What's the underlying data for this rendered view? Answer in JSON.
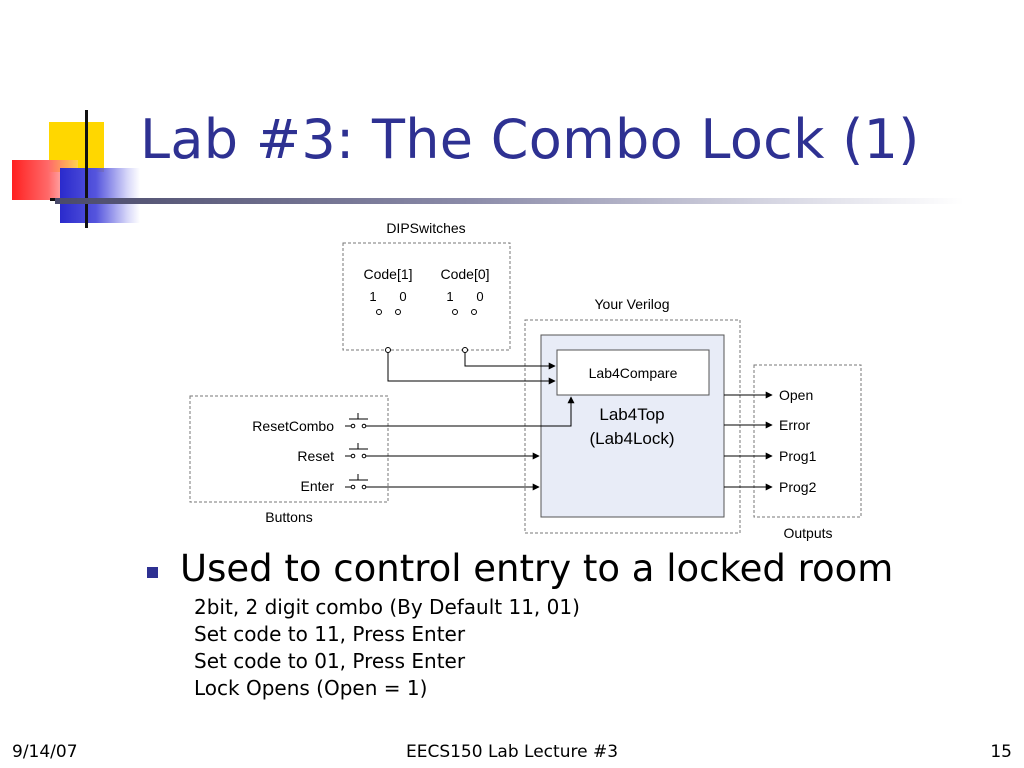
{
  "slide": {
    "title": "Lab #3: The Combo Lock (1)"
  },
  "diagram": {
    "dip_label": "DIPSwitches",
    "code1_label": "Code[1]",
    "code0_label": "Code[0]",
    "bit1": "1",
    "bit0": "0",
    "verilog_label": "Your Verilog",
    "compare_label": "Lab4Compare",
    "top_label": "Lab4Top",
    "top_sublabel": "(Lab4Lock)",
    "buttons_label": "Buttons",
    "buttons": [
      "ResetCombo",
      "Reset",
      "Enter"
    ],
    "outputs_label": "Outputs",
    "outputs": [
      "Open",
      "Error",
      "Prog1",
      "Prog2"
    ]
  },
  "bullet": {
    "main": "Used to control entry to a locked room",
    "subs": [
      "2bit, 2 digit combo (By Default 11, 01)",
      "Set code to 11, Press Enter",
      "Set code to 01, Press Enter",
      "Lock Opens (Open = 1)"
    ]
  },
  "footer": {
    "date": "9/14/07",
    "center": "EECS150 Lab Lecture #3",
    "page": "15"
  }
}
